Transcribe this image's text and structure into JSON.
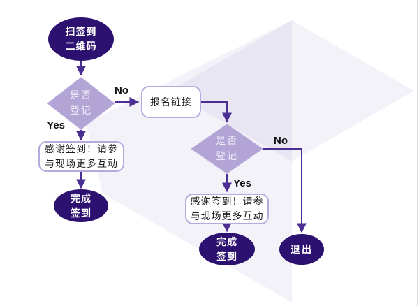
{
  "flowchart": {
    "nodes": {
      "scan_qr": {
        "label": "扫签到\n二维码",
        "type": "terminator"
      },
      "decision1": {
        "label": "是否\n登记",
        "type": "decision"
      },
      "signup_link": {
        "label": "报名链接",
        "type": "process"
      },
      "thanks1": {
        "label": "感谢签到！请参\n与现场更多互动",
        "type": "process"
      },
      "done1": {
        "label": "完成\n签到",
        "type": "terminator"
      },
      "decision2": {
        "label": "是否\n登记",
        "type": "decision"
      },
      "thanks2": {
        "label": "感谢签到！请参\n与现场更多互动",
        "type": "process"
      },
      "done2": {
        "label": "完成\n签到",
        "type": "terminator"
      },
      "exit": {
        "label": "退出",
        "type": "terminator"
      }
    },
    "edge_labels": {
      "decision1_no": "No",
      "decision1_yes": "Yes",
      "decision2_no": "No",
      "decision2_yes": "Yes"
    },
    "colors": {
      "terminator_fill": "#2d1170",
      "terminator_text": "#ffffff",
      "decision_fill": "#b2a5d6",
      "decision_border": "#c9c0e4",
      "decision_text": "#f1ecf8",
      "process_fill": "#ffffff",
      "process_border": "#b7aadd",
      "process_text": "#1c1c1c",
      "connector": "#4b2e92",
      "label_text": "#111111",
      "background_shape": "#6d54ad"
    }
  }
}
